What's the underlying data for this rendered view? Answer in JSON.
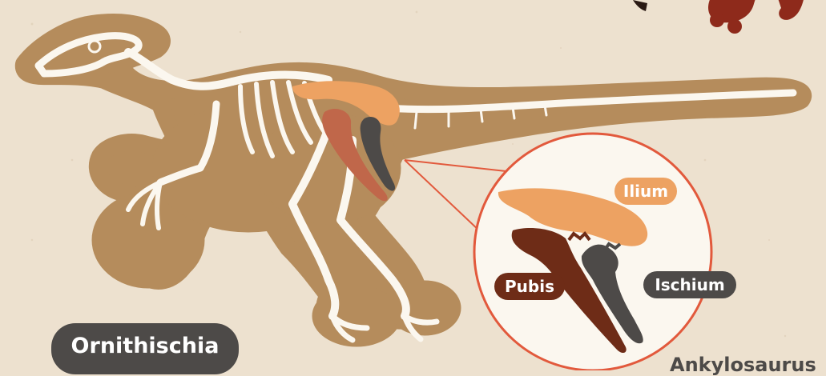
{
  "colors": {
    "background": "#ede1cf",
    "silhouette": "#b58c5c",
    "bone": "#fbf7ef",
    "ilium": "#eda262",
    "pubis": "#6e2c17",
    "pubis_on_skeleton": "#c0674a",
    "ischium": "#4d4a48",
    "callout_border": "#e2593c",
    "background_bones": "#8e2a1b"
  },
  "callout": {
    "ilium_label": "Ilium",
    "pubis_label": "Pubis",
    "ischium_label": "Ischium"
  },
  "group_label": "Ornithischia",
  "corner_label": "Ankylosaurus"
}
